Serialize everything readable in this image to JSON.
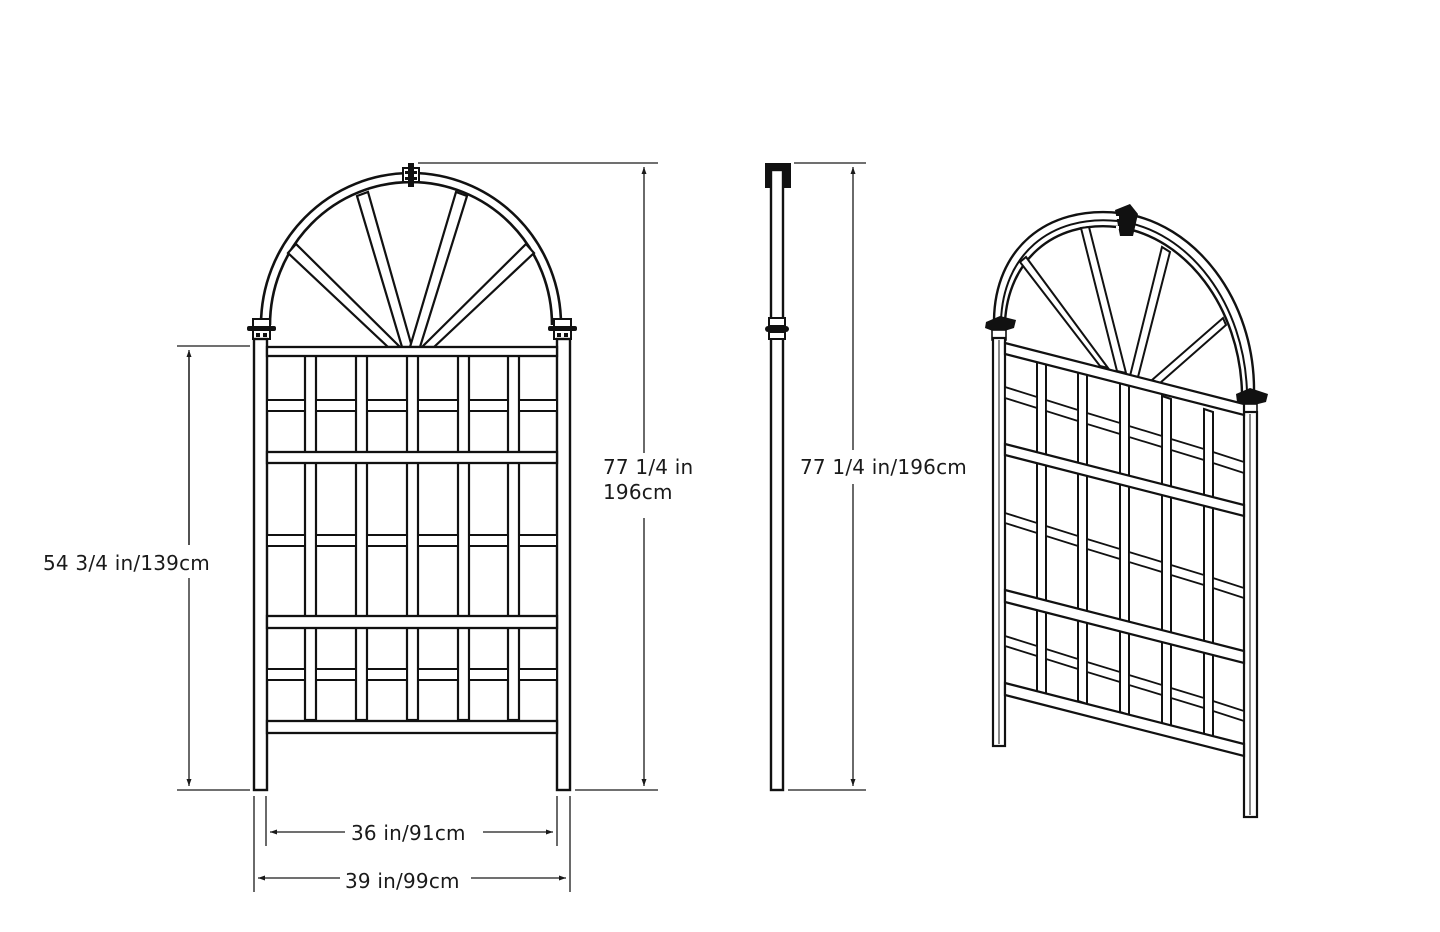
{
  "drawing": {
    "subject": "Garden arch trellis dimension drawing",
    "views": [
      "front-view",
      "side-view",
      "perspective-view"
    ],
    "line_color": "#111111",
    "background": "#ffffff"
  },
  "dimensions": {
    "panel_height": "54 3/4 in/139cm",
    "overall_height_front_line1": "77 1/4 in",
    "overall_height_front_line2": "196cm",
    "overall_height_side": "77 1/4 in/196cm",
    "inner_width": "36 in/91cm",
    "outer_width": "39 in/99cm"
  }
}
